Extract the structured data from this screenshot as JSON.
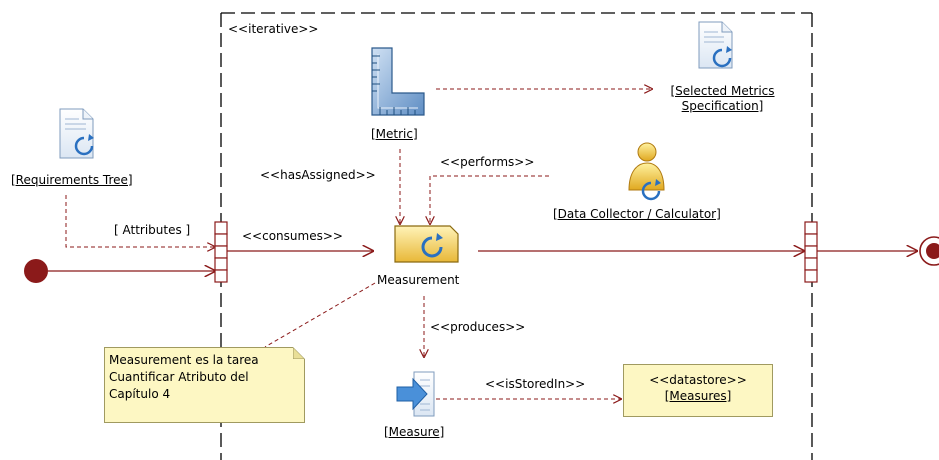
{
  "region": {
    "stereotype": "<<iterative>>"
  },
  "nodes": {
    "metric": {
      "label": "[Metric]",
      "icon": "ruler-icon"
    },
    "selected_metrics": {
      "line1": "[Selected Metrics",
      "line2": "Specification]",
      "icon": "document-icon"
    },
    "requirements_tree": {
      "label": "[Requirements Tree]",
      "icon": "document-icon"
    },
    "data_collector": {
      "label": "[Data Collector / Calculator]",
      "icon": "person-icon"
    },
    "measurement": {
      "label": "Measurement",
      "icon": "activity-icon"
    },
    "measure": {
      "label": "[Measure]",
      "icon": "arrow-document-icon"
    },
    "datastore": {
      "stereotype": "<<datastore>>",
      "label": "[Measures]"
    }
  },
  "edges": {
    "attributes": "[ Attributes ]",
    "consumes": "<<consumes>>",
    "has_assigned": "<<hasAssigned>>",
    "performs": "<<performs>>",
    "produces": "<<produces>>",
    "is_stored_in": "<<isStoredIn>>"
  },
  "note": {
    "lines": [
      "Measurement es la tarea",
      "Cuantificar Atributo del",
      "Capítulo 4"
    ]
  },
  "colors": {
    "line": "#8b1a1a",
    "initial_node": "#8b1a1a",
    "note_fill": "#fdf7c3",
    "activity_fill": "#f2d060"
  }
}
